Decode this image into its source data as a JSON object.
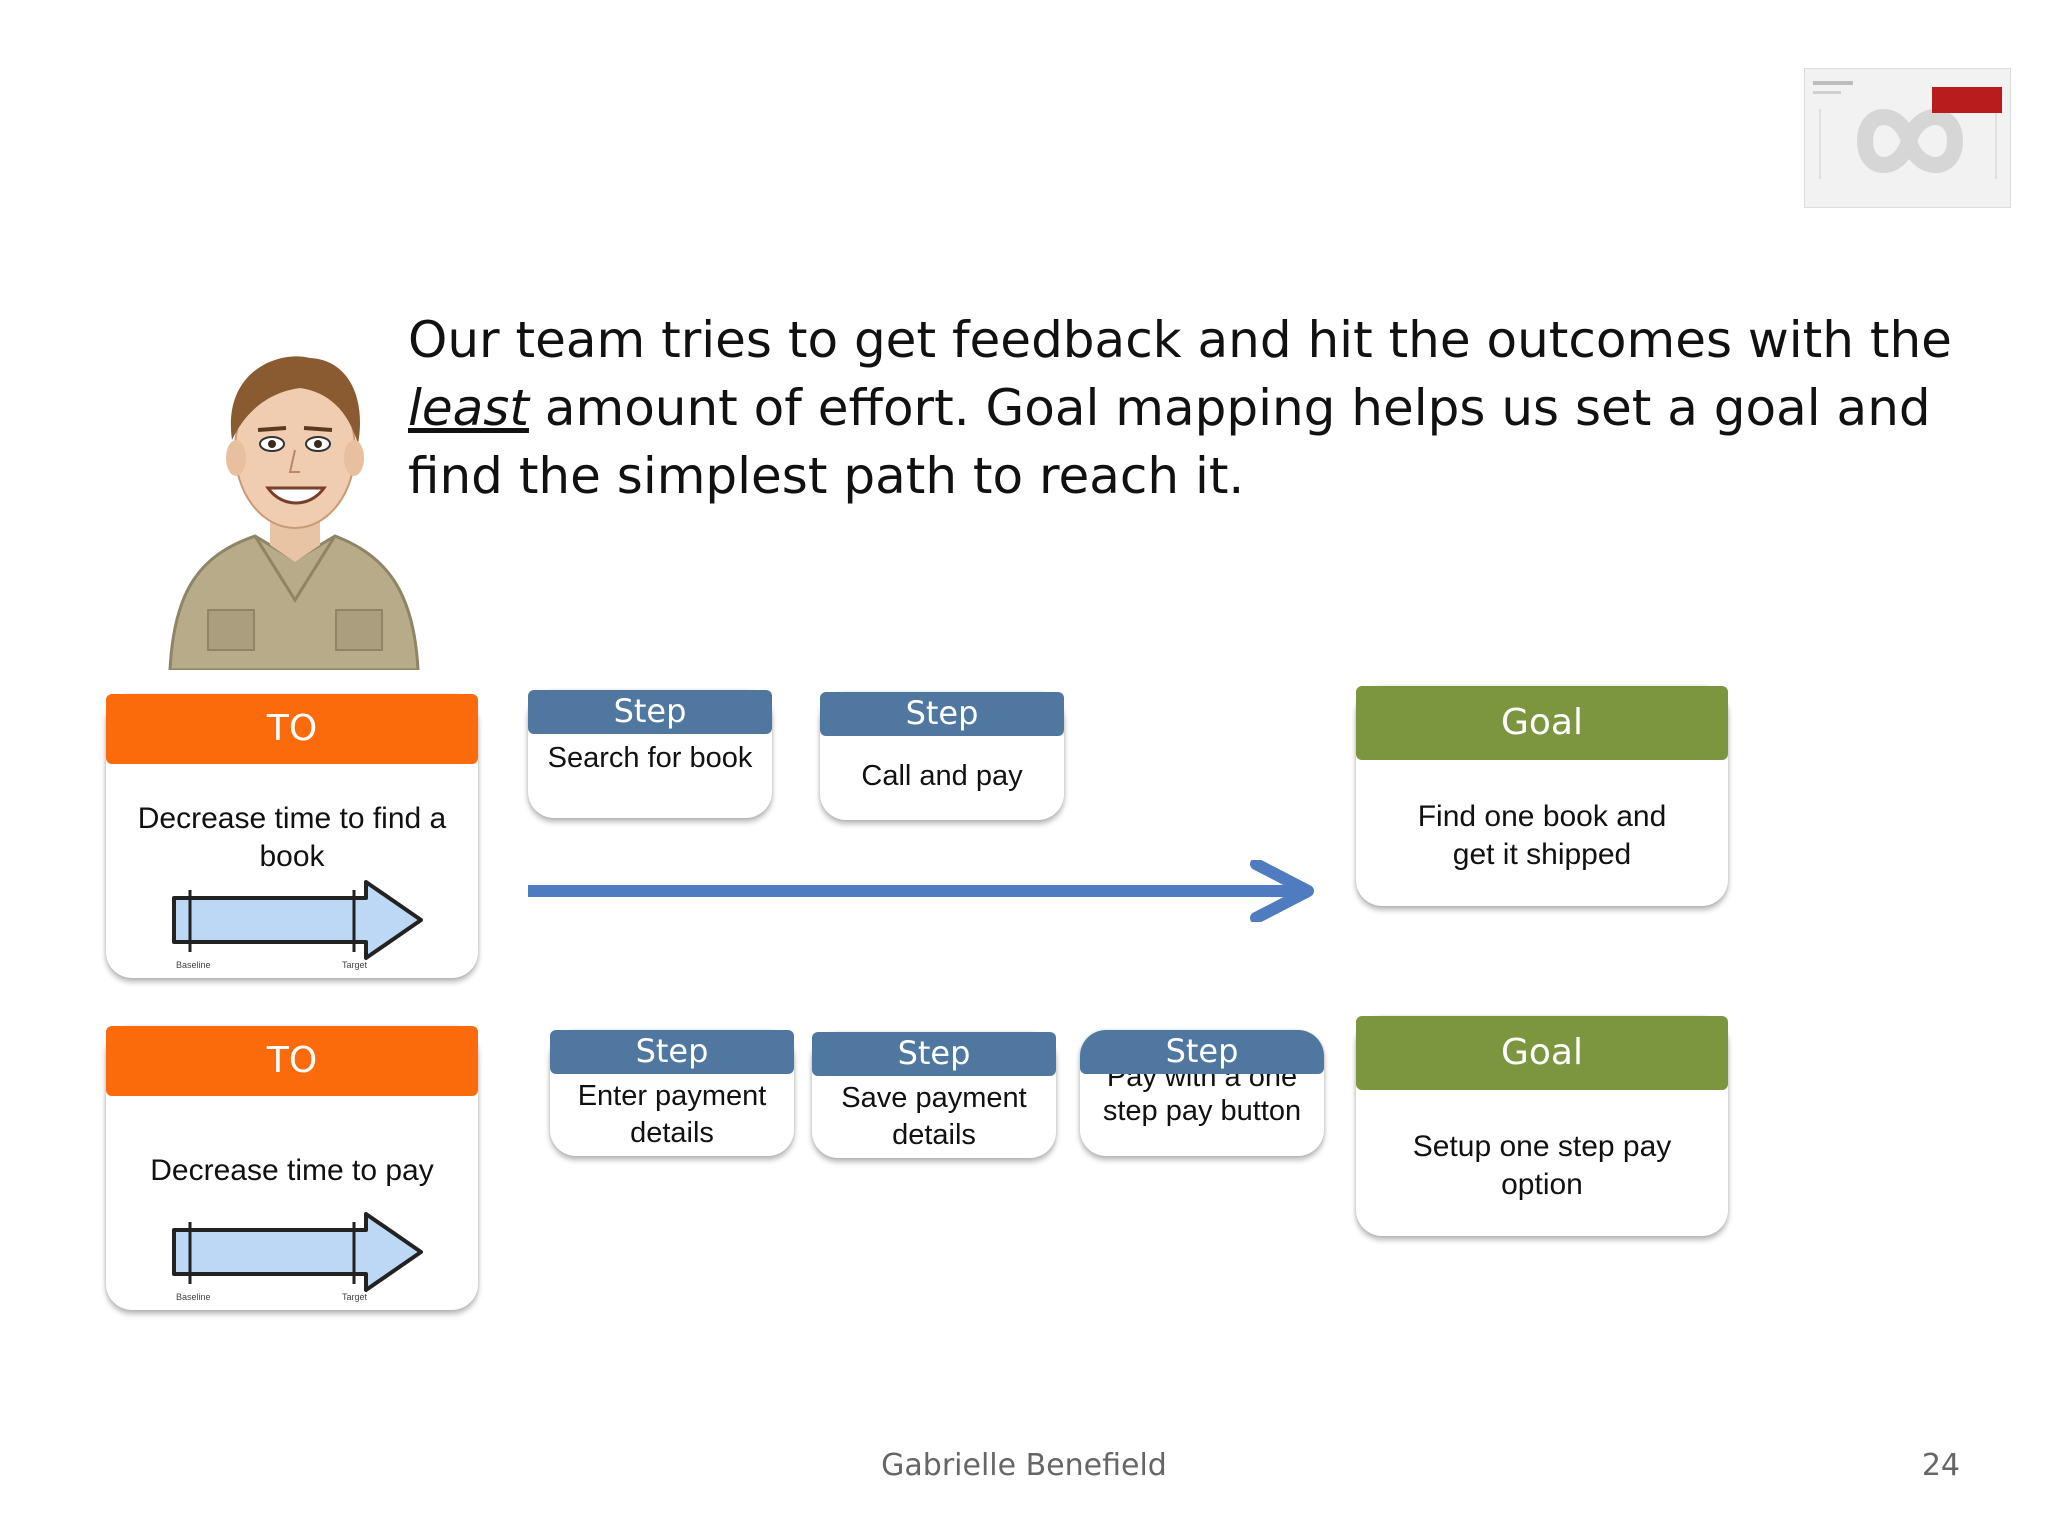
{
  "intro": {
    "line1_before": "Our team tries to get feedback and hit the outcomes with the ",
    "line1_emphasis": "least",
    "rest": "amount of effort. Goal mapping helps us set a goal and find the simplest path to reach it."
  },
  "rows": [
    {
      "to": {
        "header": "TO",
        "text": "Decrease time to find a book",
        "baseline_label": "Baseline",
        "target_label": "Target"
      },
      "steps": [
        {
          "header": "Step",
          "text": "Search for book"
        },
        {
          "header": "Step",
          "text": "Call and pay"
        }
      ],
      "goal": {
        "header": "Goal",
        "text": "Find one book and get it shipped"
      }
    },
    {
      "to": {
        "header": "TO",
        "text": "Decrease time to pay",
        "baseline_label": "Baseline",
        "target_label": "Target"
      },
      "steps": [
        {
          "header": "Step",
          "text": "Enter payment details"
        },
        {
          "header": "Step",
          "text": "Save payment details"
        },
        {
          "header": "Step",
          "text": "Pay with a one step pay button"
        }
      ],
      "goal": {
        "header": "Goal",
        "text": "Setup one step pay option"
      }
    }
  ],
  "footer": {
    "author": "Gabrielle Benefield",
    "page_number": "24"
  },
  "colors": {
    "to_header": "#fb6a0b",
    "step_header": "#50779f",
    "goal_header": "#7c9640",
    "arrow": "#4f7cc0"
  },
  "icons": {
    "presenter": "cartoon-presenter-illustration",
    "slide_thumbnail": "infinity-loop-thumbnail"
  }
}
